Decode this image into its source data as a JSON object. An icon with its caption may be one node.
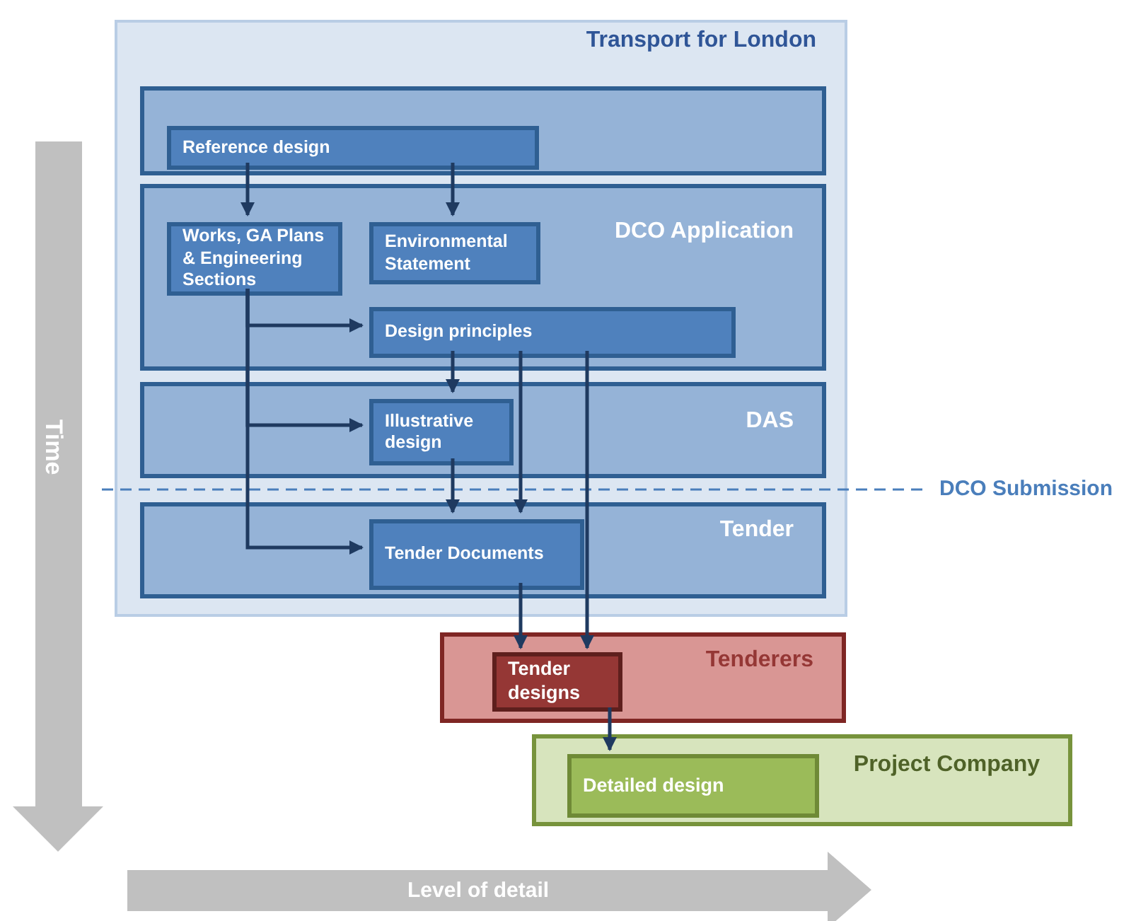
{
  "diagram": {
    "nodes": [
      {
        "text": [
          "Transport for London"
        ]
      },
      {
        "text": [],
        "shape": "box",
        "in": 0
      },
      {
        "text": [
          "Reference design"
        ],
        "in": 1
      },
      {
        "text": [
          "DCO Application"
        ],
        "in": 0
      },
      {
        "text": [
          "Works, GA Plans & Engineering Sections"
        ],
        "in": 3
      },
      {
        "text": [
          "Environmental Statement"
        ],
        "in": 3
      },
      {
        "text": [
          "Design principles"
        ],
        "in": 3
      },
      {
        "text": [
          "DAS"
        ],
        "in": 0
      },
      {
        "text": [
          "Illustrative design"
        ],
        "in": 7
      },
      {
        "text": [
          "Tender"
        ],
        "in": 0
      },
      {
        "text": [
          "Tender Documents"
        ],
        "in": 9
      },
      {
        "text": [
          "Tenderers"
        ]
      },
      {
        "text": [
          "Tender designs"
        ],
        "in": 11
      },
      {
        "text": [
          "Project Company"
        ]
      },
      {
        "text": [
          "Detailed design"
        ],
        "in": 13
      }
    ],
    "edges": [
      {
        "from": 2,
        "to": 4,
        "arrow": "to"
      },
      {
        "from": 2,
        "to": 5,
        "arrow": "to"
      },
      {
        "from": 4,
        "to": 6,
        "arrow": "to"
      },
      {
        "from": 4,
        "to": 8,
        "arrow": "to"
      },
      {
        "from": 4,
        "to": 10,
        "arrow": "to"
      },
      {
        "from": 6,
        "to": 8,
        "arrow": "to"
      },
      {
        "from": 6,
        "to": 10,
        "arrow": "to"
      },
      {
        "from": 6,
        "to": 12,
        "arrow": "to"
      },
      {
        "from": 8,
        "to": 10,
        "arrow": "to"
      },
      {
        "from": 10,
        "to": 12,
        "arrow": "to"
      },
      {
        "from": 12,
        "to": 14,
        "arrow": "to"
      }
    ],
    "labels": [
      "DCO Submission",
      "Time",
      "Level of detail"
    ]
  }
}
